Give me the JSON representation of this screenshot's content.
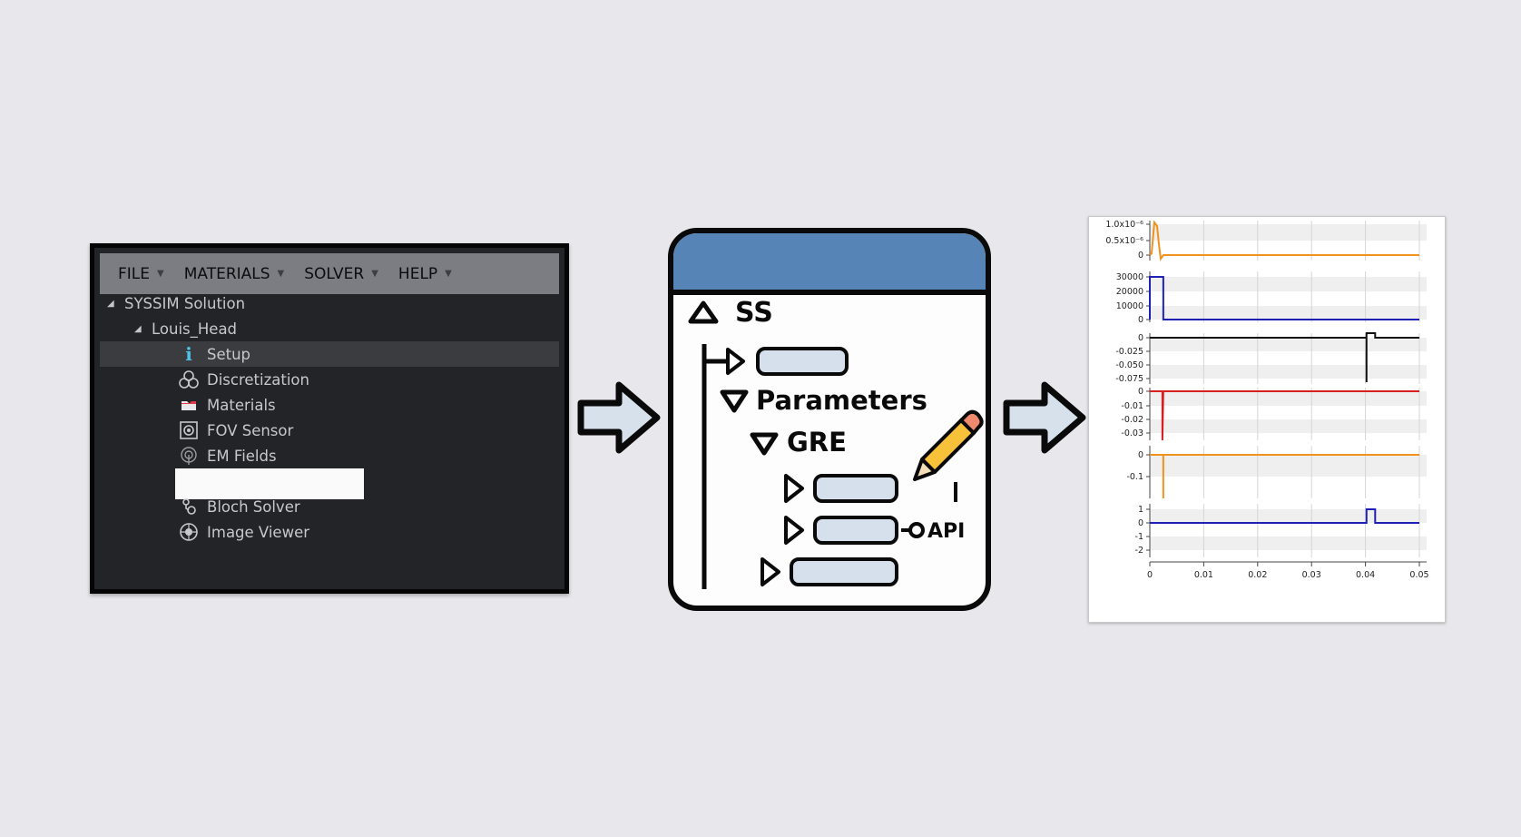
{
  "menubar": {
    "items": [
      {
        "label": "FILE"
      },
      {
        "label": "MATERIALS"
      },
      {
        "label": "SOLVER"
      },
      {
        "label": "HELP"
      }
    ]
  },
  "tree": {
    "root": "SYSSIM Solution",
    "child": "Louis_Head",
    "items": [
      {
        "label": "Setup",
        "icon": "info-icon"
      },
      {
        "label": "Discretization",
        "icon": "discretization-icon"
      },
      {
        "label": "Materials",
        "icon": "materials-folder-icon"
      },
      {
        "label": "FOV Sensor",
        "icon": "fov-sensor-icon"
      },
      {
        "label": "EM Fields",
        "icon": "em-fields-icon"
      },
      {
        "label": "Bloch Solver",
        "icon": "bloch-solver-icon"
      },
      {
        "label": "Image Viewer",
        "icon": "image-viewer-icon"
      }
    ]
  },
  "diagram": {
    "ss_label": "SS",
    "parameters_label": "Parameters",
    "gre_label": "GRE",
    "api_label": "API"
  },
  "colors": {
    "header_blue": "#5784b6",
    "box_fill": "#d6e0ec",
    "arrow_fill": "#d7e1ec"
  },
  "chart_data": {
    "type": "line",
    "x_tick_labels": [
      "0",
      "0.01",
      "0.02",
      "0.03",
      "0.04",
      "0.05"
    ],
    "xlim": [
      0,
      0.05
    ],
    "grid": true,
    "panels": [
      {
        "color": "#f0921c",
        "ytick_labels": [
          "1.0x10⁻⁶",
          "0.5x10⁻⁶",
          "0"
        ]
      },
      {
        "color": "#1f20b4",
        "ytick_labels": [
          "30000",
          "20000",
          "10000",
          "0"
        ]
      },
      {
        "color": "#111111",
        "ytick_labels": [
          "0",
          "-0.025",
          "-0.050",
          "-0.075"
        ]
      },
      {
        "color": "#d62020",
        "ytick_labels": [
          "0",
          "-0.01",
          "-0.02",
          "-0.03"
        ]
      },
      {
        "color": "#f0921c",
        "ytick_labels": [
          "0",
          "-0.1"
        ]
      },
      {
        "color": "#1f20b4",
        "ytick_labels": [
          "1",
          "0",
          "-1",
          "-2"
        ]
      }
    ]
  }
}
